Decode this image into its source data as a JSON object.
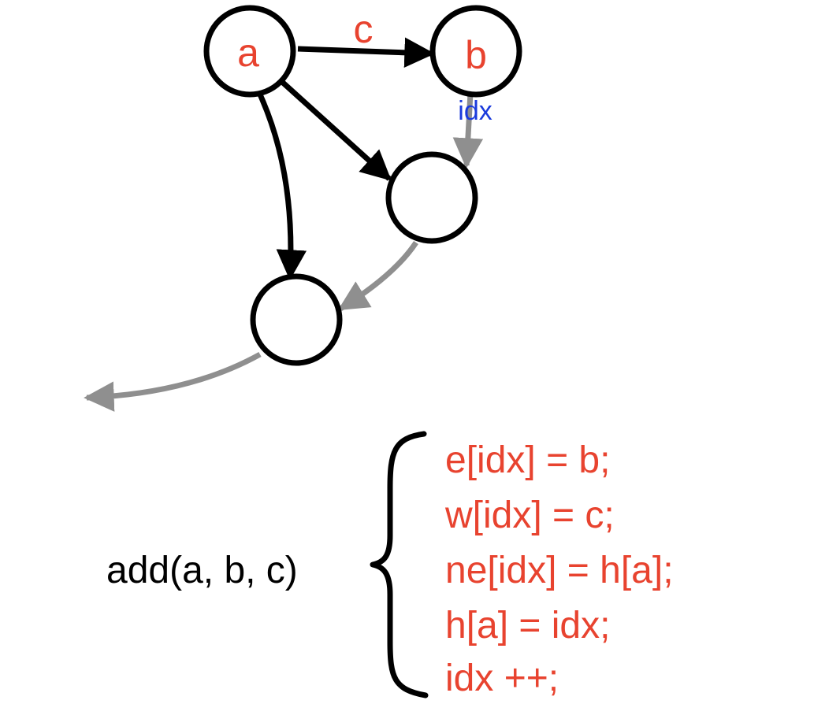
{
  "colors": {
    "label": "#e8432f",
    "index_label": "#1b3bdc",
    "edge_new": "#000000",
    "edge_old": "#8f8f8f",
    "code": "#e8432f",
    "call": "#000000"
  },
  "nodes": {
    "a": {
      "label": "a"
    },
    "b": {
      "label": "b"
    },
    "mid": {
      "label": ""
    },
    "low": {
      "label": ""
    }
  },
  "edges": {
    "a_to_b_label": "c",
    "b_to_mid_label": "idx"
  },
  "call": "add(a, b, c)",
  "code_lines": [
    "e[idx] = b;",
    "w[idx] = c;",
    "ne[idx] = h[a];",
    "h[a] = idx;",
    "idx ++;"
  ]
}
